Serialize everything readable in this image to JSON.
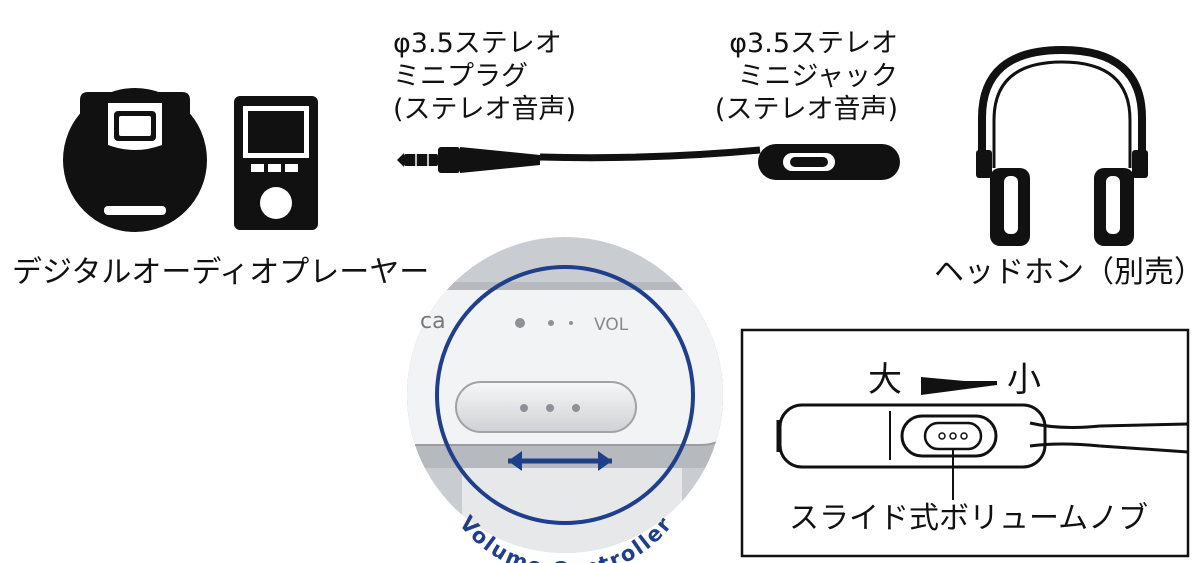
{
  "player_label": "デジタルオーディオプレーヤー",
  "headphone_label": "ヘッドホン（別売）",
  "plug_label": [
    "φ3.5ステレオ",
    "ミニプラグ",
    "(ステレオ音声)"
  ],
  "jack_label": [
    "φ3.5ステレオ",
    "ミニジャック",
    "(ステレオ音声)"
  ],
  "zoom": {
    "brand_fragment": "ca",
    "vol_label": "VOL",
    "caption": "Volume Controller"
  },
  "detail": {
    "large_label": "大",
    "small_label": "小",
    "knob_label": "スライド式ボリュームノブ"
  },
  "colors": {
    "ink": "#111111",
    "ring_blue": "#1f3f8c",
    "zoom_bg": "#c9ccd0",
    "device_body": "#f2f3f4"
  }
}
